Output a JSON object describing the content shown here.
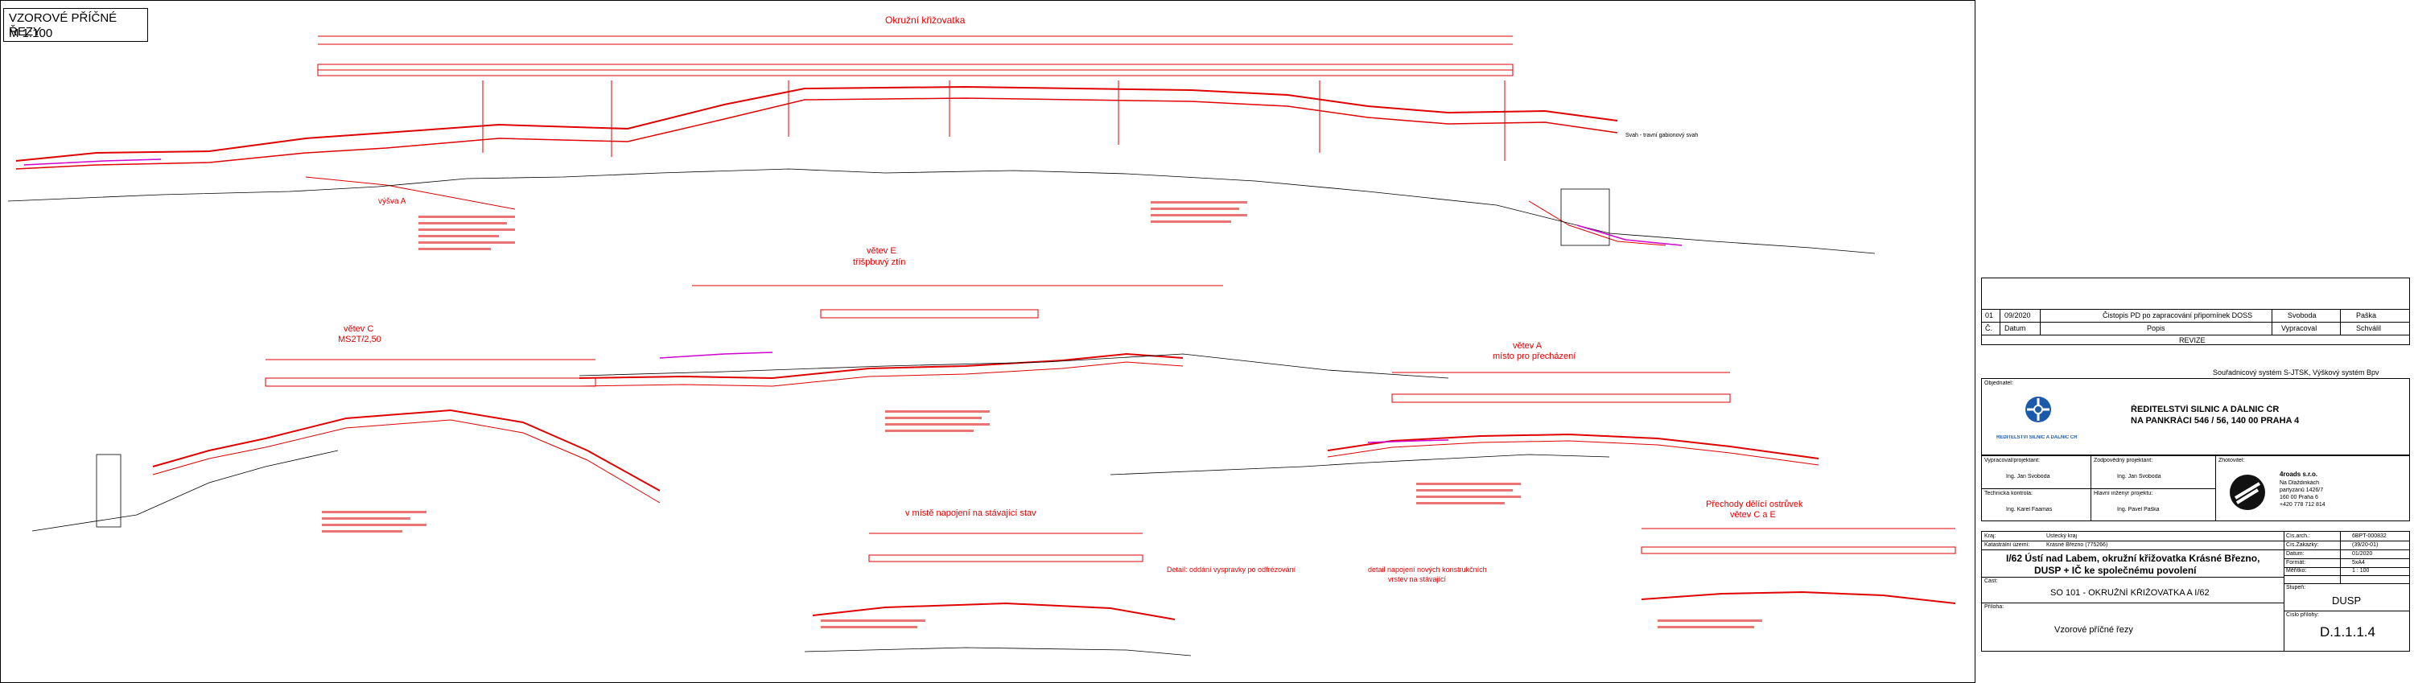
{
  "sheet_title": {
    "line1": "VZOROVÉ PŘÍČNÉ ŘEZY",
    "line2": "M 1:100"
  },
  "section_labels": {
    "okruzni": "Okružní křižovatka",
    "vetevE_1": "větev E",
    "vetevE_2": "tříšpbuvý ztín",
    "vetevC_1": "větev C",
    "vetevC_2": "MS2T/2,50",
    "vetevA_1": "větev A",
    "vetevA_2": "místo pro přecházení",
    "misto_napojeni": "v místě napojení na stávající stav",
    "detail_1": "Detail: oddání vyspravky po odfrézování",
    "detail_2": "detail napojení nových konstrukčních",
    "detail_3": "vrstev na stávající",
    "prechod_1": "Přechody dělící ostrůvek",
    "prechod_2": "větev C a E",
    "left_label": "výšva A",
    "right_label": "Svah - travní gabionový svah"
  },
  "revision": {
    "rows": [
      {
        "c": "01",
        "date": "09/2020",
        "desc": "Čistopis PD po zapracování připomínek DOSS",
        "by": "Svoboda",
        "chk": "Paška"
      },
      {
        "c": "Č.",
        "date": "Datum",
        "desc": "Popis",
        "by": "Vypracoval",
        "chk": "Schválil"
      }
    ],
    "label": "REVIZE"
  },
  "coord_system": "Souřadnicový systém S-JTSK, Výškový systém Bpv",
  "client": {
    "caption": "Objednatel:",
    "name": "ŘEDITELSTVÍ SILNIC A DÁLNIC ČR",
    "address": "NA PANKRÁCI 546 / 56, 140 00 PRAHA 4",
    "logo_text": "ŘEDITELSTVÍ SILNIC A DÁLNIC ČR"
  },
  "people": {
    "vyprac_caption": "Vypracoval/projektant:",
    "vyprac_name": "Ing. Jan Svoboda",
    "zodp_caption": "Zodpovědný projektant:",
    "zodp_name": "Ing. Jan Svoboda",
    "tech_caption": "Technická kontrola:",
    "tech_name": "Ing. Karel Faamas",
    "hip_caption": "Hlavní inženýr projektu:",
    "hip_name": "Ing. Pavel Paška",
    "zhotovitel_caption": "Zhotovitel:",
    "zhot_name": "4roads s.r.o.",
    "zhot_l1": "Na Dlaždinkách",
    "zhot_l2": "partyzánů 1426/7",
    "zhot_l3": "160 00 Praha 6",
    "zhot_l4": "+420 778 712 814"
  },
  "info": {
    "kraj_c": "Kraj:",
    "kraj_v": "Ústecký kraj",
    "kat_c": "Katastrální území:",
    "kat_v": "Krásné Březno (775266)",
    "akce_l1": "I/62 Ústí nad Labem, okružní křižovatka Krásné Březno,",
    "akce_l2": "DUSP + IČ ke společnému povolení",
    "cast_c": "Část:",
    "cast_v": "SO 101 - OKRUŽNÍ KŘIŽOVATKA A I/62",
    "priloha_c": "Příloha:",
    "priloha_v": "Vzorové příčné řezy",
    "cis_arch_c": "Čís.arch.:",
    "cis_arch_v": "6BPT-000832",
    "cis_zak_c": "Čís.Zakázky:",
    "cis_zak_v": "(39/20-01)",
    "datum_c": "Datum:",
    "datum_v": "01/2020",
    "format_c": "Formát:",
    "format_v": "5xA4",
    "meritko_c": "Měřítko:",
    "meritko_v": "1 : 100",
    "stupen_c": "Stupeň:",
    "stupen_v": "DUSP",
    "cislo_c": "Číslo přílohy:",
    "cislo_v": "D.1.1.1.4"
  },
  "colors": {
    "red": "#e00000",
    "magenta": "#d000d0",
    "black": "#000000"
  }
}
